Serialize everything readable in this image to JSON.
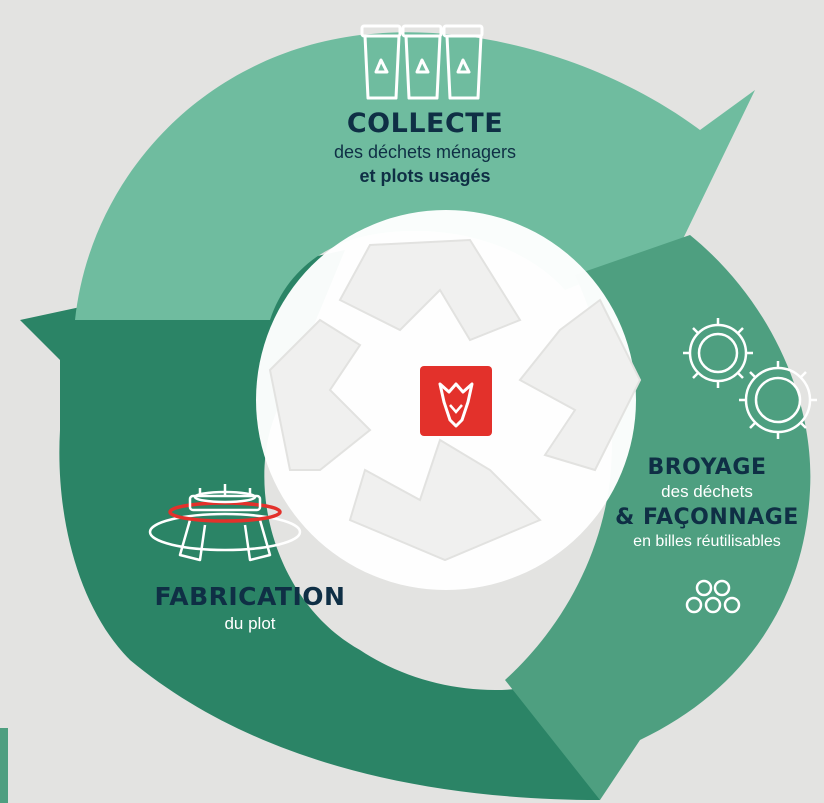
{
  "colors": {
    "background": "#e3e3e1",
    "arrow_light": "#6fbc9f",
    "arrow_mid": "#4e9f80",
    "arrow_dark": "#2b8466",
    "text_dark": "#0f2f45",
    "logo_red": "#e3312b",
    "white": "#ffffff"
  },
  "steps": {
    "collecte": {
      "title": "COLLECTE",
      "line1": "des déchets ménagers",
      "line2": "et plots usagés",
      "icon": "recycling-bins-icon"
    },
    "broyage": {
      "title": "BROYAGE",
      "line1": "des déchets",
      "title2": "& FAÇONNAGE",
      "line2": "en billes réutilisables",
      "icon": "gears-icon",
      "icon2": "pellets-icon"
    },
    "fabrication": {
      "title": "FABRICATION",
      "line1": "du plot",
      "icon": "pedestal-plot-icon"
    }
  },
  "center": {
    "icon": "recycle-symbol-icon",
    "logo": "rhino-logo-icon"
  }
}
